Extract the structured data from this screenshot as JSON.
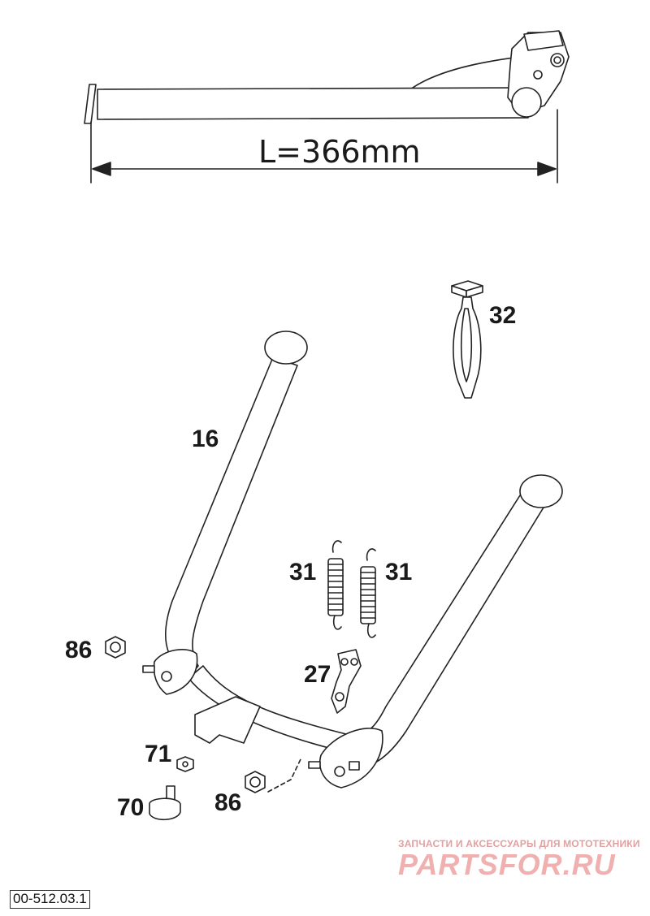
{
  "dimension": {
    "text": "L=366mm"
  },
  "callouts": {
    "p16": "16",
    "p27": "27",
    "p31a": "31",
    "p31b": "31",
    "p32": "32",
    "p70": "70",
    "p71": "71",
    "p86a": "86",
    "p86b": "86"
  },
  "watermark": {
    "tagline": "ЗАПЧАСТИ И АКСЕССУАРЫ ДЛЯ МОТОТЕХНИКИ",
    "logo": "PARTSFOR.RU"
  },
  "diagram_code": "00-512.03.1"
}
